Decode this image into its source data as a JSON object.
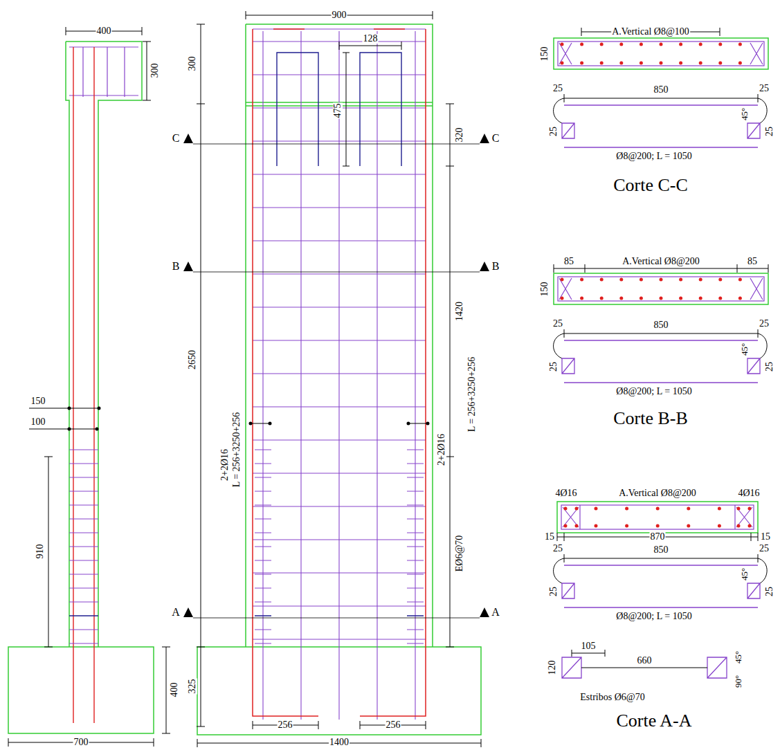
{
  "diagram": {
    "labels": [
      "400",
      "300",
      "900",
      "A.Vertical Ø8@100",
      "128",
      "150",
      "300",
      "25",
      "850",
      "25",
      "475",
      "45°",
      "25",
      "25",
      "C",
      "320",
      "C",
      "Ø8@200; L = 1050",
      "Corte C-C",
      "85",
      "A.Vertical Ø8@200",
      "85",
      "B",
      "B",
      "150",
      "1420",
      "25",
      "850",
      "25",
      "45°",
      "25",
      "25",
      "2650",
      "Ø8@200; L = 1050",
      "L = 256+3250+256",
      "150",
      "Corte B-B",
      "100",
      "L = 256+3250+256",
      "2+2Ø16",
      "2+2Ø16",
      "4Ø16",
      "A.Vertical Ø8@200",
      "4Ø16",
      "15",
      "870",
      "15",
      "25",
      "850",
      "25",
      "910",
      "EØ6@70",
      "45°",
      "25",
      "25",
      "A",
      "A",
      "Ø8@200; L = 1050",
      "105",
      "660",
      "45°",
      "120",
      "90°",
      "325",
      "400",
      "Estribos Ø6@70",
      "Corte A-A",
      "256",
      "256",
      "700",
      "1400"
    ]
  }
}
